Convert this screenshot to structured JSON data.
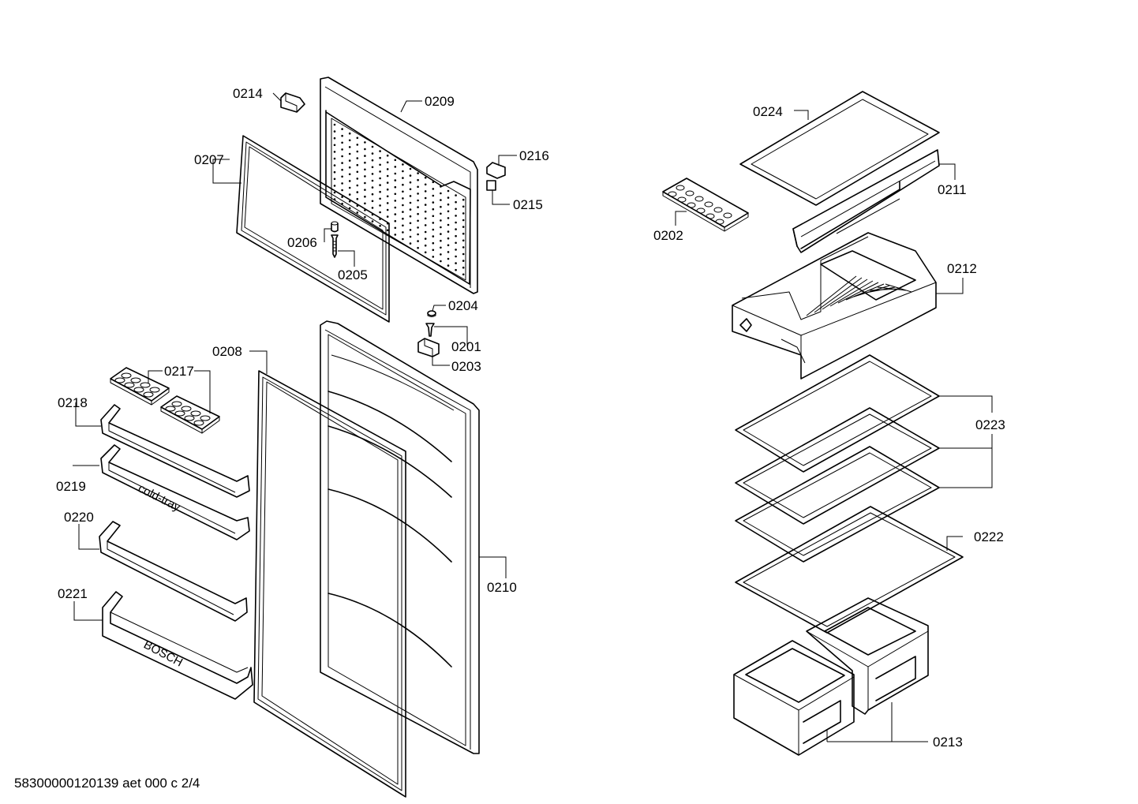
{
  "labels": {
    "p0214": "0214",
    "p0209": "0209",
    "p0207": "0207",
    "p0216": "0216",
    "p0215": "0215",
    "p0206": "0206",
    "p0205": "0205",
    "p0204": "0204",
    "p0201": "0201",
    "p0203": "0203",
    "p0208": "0208",
    "p0217": "0217",
    "p0218": "0218",
    "p0219": "0219",
    "p0220": "0220",
    "p0221": "0221",
    "p0210": "0210",
    "p0224": "0224",
    "p0211": "0211",
    "p0202": "0202",
    "p0212": "0212",
    "p0223": "0223",
    "p0222": "0222",
    "p0213": "0213"
  },
  "printed_text": {
    "cold_tray": "cold-tray",
    "brand": "BOSCH"
  },
  "footer": "58300000120139 aet 000 c 2/4"
}
